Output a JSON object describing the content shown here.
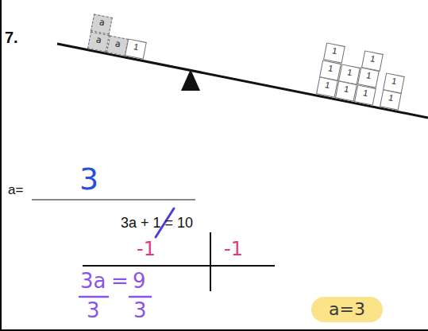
{
  "diagram": {
    "nodes": [
      {
        "text": [
          "a"
        ]
      },
      {
        "text": [
          "a"
        ]
      },
      {
        "text": [
          "a"
        ]
      },
      {
        "text": [
          "1"
        ]
      },
      {
        "text": [
          "1"
        ]
      },
      {
        "text": [
          "1"
        ]
      },
      {
        "text": [
          "1"
        ]
      },
      {
        "text": [
          "1"
        ]
      },
      {
        "text": [
          "1"
        ]
      },
      {
        "text": [
          "1"
        ]
      },
      {
        "text": [
          "1"
        ]
      },
      {
        "text": [
          "1"
        ]
      },
      {
        "text": [
          "1"
        ]
      },
      {
        "text": [
          "1"
        ]
      },
      {
        "text": [
          "a=3"
        ]
      }
    ],
    "labels": [
      "7.",
      "a=",
      "3",
      "3a + 1 = 10",
      "-1",
      "-1",
      "3a",
      "=",
      "9",
      "3",
      "3"
    ]
  }
}
